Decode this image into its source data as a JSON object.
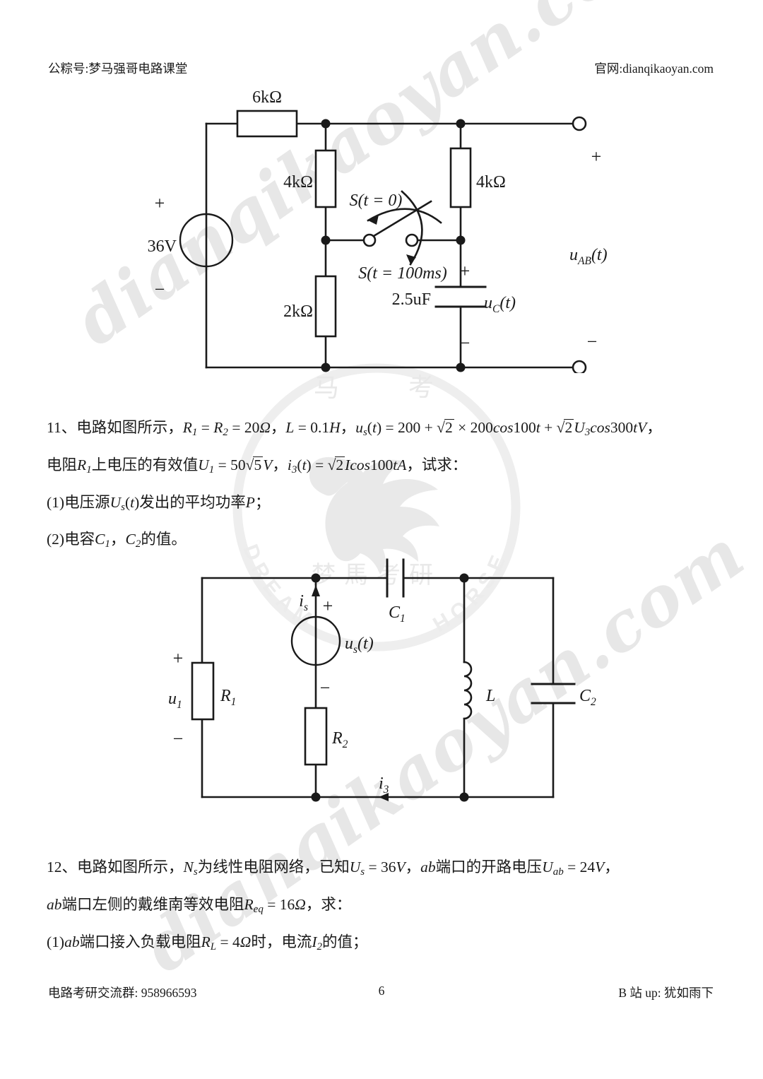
{
  "header": {
    "left": "公粽号:梦马强哥电路课堂",
    "right": "官网:dianqikaoyan.com"
  },
  "footer": {
    "left": "电路考研交流群: 958966593",
    "page": "6",
    "right": "B 站 up: 犹如雨下"
  },
  "watermark": {
    "site": "dianqikaoyan.com",
    "logo": {
      "top_chars": [
        "马",
        "考"
      ],
      "bottom_row": "梦馬考研",
      "arc_left": "DREAM",
      "arc_right": "HORSE"
    }
  },
  "circuit1": {
    "labels": {
      "r_top": "6kΩ",
      "r_left": "4kΩ",
      "r_right": "4kΩ",
      "r_bottom": "2kΩ",
      "source": "36V",
      "source_plus": "+",
      "source_minus": "−",
      "sw_open": "S(t = 0)",
      "sw_close": "S(t = 100ms)",
      "cap": "2.5uF",
      "cap_plus": "+",
      "cap_minus": "−",
      "uc": {
        "pre": "u",
        "sub": "C",
        "post": "(t)"
      },
      "uab": {
        "pre": "u",
        "sub": "AB",
        "post": "(t)"
      },
      "term_plus": "+",
      "term_minus": "−"
    }
  },
  "circuit2": {
    "labels": {
      "u1_plus": "+",
      "u1": {
        "pre": "u",
        "sub": "1"
      },
      "u1_minus": "−",
      "r1": {
        "pre": "R",
        "sub": "1"
      },
      "r2": {
        "pre": "R",
        "sub": "2"
      },
      "is": {
        "pre": "i",
        "sub": "s"
      },
      "is_plus": "+",
      "us": {
        "pre": "u",
        "sub": "s",
        "post": "(t)"
      },
      "us_minus": "−",
      "c1": {
        "pre": "C",
        "sub": "1"
      },
      "c2": {
        "pre": "C",
        "sub": "2"
      },
      "l": "L",
      "i3": {
        "pre": "i",
        "sub": "3"
      }
    }
  },
  "problem11": {
    "lines": [
      [
        {
          "t": "11、电路如图所示，"
        },
        {
          "t": "R",
          "s": "i"
        },
        {
          "t": "1",
          "s": "sub"
        },
        {
          "t": " = "
        },
        {
          "t": "R",
          "s": "i"
        },
        {
          "t": "2",
          "s": "sub"
        },
        {
          "t": " = 20"
        },
        {
          "t": "Ω",
          "s": "i"
        },
        {
          "t": "，"
        },
        {
          "t": "L",
          "s": "i"
        },
        {
          "t": " = 0.1"
        },
        {
          "t": "H",
          "s": "i"
        },
        {
          "t": "，"
        },
        {
          "t": "u",
          "s": "i"
        },
        {
          "t": "s",
          "s": "sub"
        },
        {
          "t": "("
        },
        {
          "t": "t",
          "s": "i"
        },
        {
          "t": ") = 200 + "
        },
        {
          "t": "2",
          "s": "sqrt"
        },
        {
          "t": " × 200"
        },
        {
          "t": "cos",
          "s": "i"
        },
        {
          "t": "100"
        },
        {
          "t": "t",
          "s": "i"
        },
        {
          "t": " + "
        },
        {
          "t": "2",
          "s": "sqrt"
        },
        {
          "t": "U",
          "s": "i"
        },
        {
          "t": "3",
          "s": "sub"
        },
        {
          "t": "cos",
          "s": "i"
        },
        {
          "t": "300"
        },
        {
          "t": "tV",
          "s": "i"
        },
        {
          "t": "，"
        }
      ],
      [
        {
          "t": "电阻"
        },
        {
          "t": "R",
          "s": "i"
        },
        {
          "t": "1",
          "s": "sub"
        },
        {
          "t": "上电压的有效值"
        },
        {
          "t": "U",
          "s": "i"
        },
        {
          "t": "1",
          "s": "sub"
        },
        {
          "t": " = 50"
        },
        {
          "t": "5",
          "s": "sqrt"
        },
        {
          "t": "V",
          "s": "i"
        },
        {
          "t": "，"
        },
        {
          "t": "i",
          "s": "i"
        },
        {
          "t": "3",
          "s": "sub"
        },
        {
          "t": "("
        },
        {
          "t": "t",
          "s": "i"
        },
        {
          "t": ") = "
        },
        {
          "t": "2",
          "s": "sqrt"
        },
        {
          "t": "Icos",
          "s": "i"
        },
        {
          "t": "100"
        },
        {
          "t": "tA",
          "s": "i"
        },
        {
          "t": "，试求："
        }
      ],
      [
        {
          "t": "(1)电压源"
        },
        {
          "t": "U",
          "s": "i"
        },
        {
          "t": "s",
          "s": "sub"
        },
        {
          "t": "("
        },
        {
          "t": "t",
          "s": "i"
        },
        {
          "t": ")发出的平均功率"
        },
        {
          "t": "P",
          "s": "i"
        },
        {
          "t": "；"
        }
      ],
      [
        {
          "t": "(2)电容"
        },
        {
          "t": "C",
          "s": "i"
        },
        {
          "t": "1",
          "s": "sub"
        },
        {
          "t": "，"
        },
        {
          "t": "C",
          "s": "i"
        },
        {
          "t": "2",
          "s": "sub"
        },
        {
          "t": "的值。"
        }
      ]
    ]
  },
  "problem12": {
    "lines": [
      [
        {
          "t": "12、电路如图所示，"
        },
        {
          "t": "N",
          "s": "i"
        },
        {
          "t": "s",
          "s": "sub"
        },
        {
          "t": "为线性电阻网络，已知"
        },
        {
          "t": "U",
          "s": "i"
        },
        {
          "t": "s",
          "s": "sub"
        },
        {
          "t": " = 36"
        },
        {
          "t": "V",
          "s": "i"
        },
        {
          "t": "，"
        },
        {
          "t": "ab",
          "s": "i"
        },
        {
          "t": "端口的开路电压"
        },
        {
          "t": "U",
          "s": "i"
        },
        {
          "t": "ab",
          "s": "sub"
        },
        {
          "t": " = 24"
        },
        {
          "t": "V",
          "s": "i"
        },
        {
          "t": "，"
        }
      ],
      [
        {
          "t": "ab",
          "s": "i"
        },
        {
          "t": "端口左侧的戴维南等效电阻"
        },
        {
          "t": "R",
          "s": "i"
        },
        {
          "t": "eq",
          "s": "sub"
        },
        {
          "t": " = 16"
        },
        {
          "t": "Ω",
          "s": "i"
        },
        {
          "t": "，求："
        }
      ],
      [
        {
          "t": "(1)"
        },
        {
          "t": "ab",
          "s": "i"
        },
        {
          "t": "端口接入负载电阻"
        },
        {
          "t": "R",
          "s": "i"
        },
        {
          "t": "L",
          "s": "sub"
        },
        {
          "t": " = 4"
        },
        {
          "t": "Ω",
          "s": "i"
        },
        {
          "t": "时，电流"
        },
        {
          "t": "I",
          "s": "i"
        },
        {
          "t": "2",
          "s": "sub"
        },
        {
          "t": "的值；"
        }
      ]
    ]
  }
}
